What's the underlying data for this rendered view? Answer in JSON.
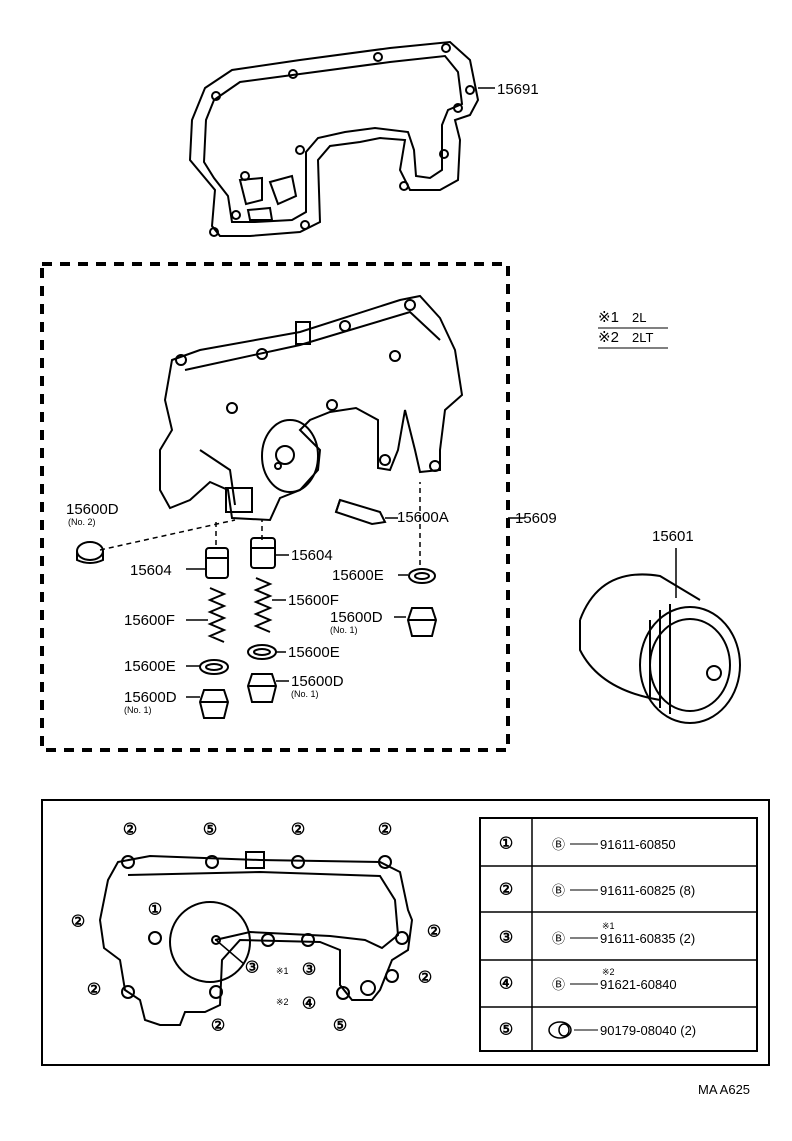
{
  "labels": {
    "gasket": "15691",
    "cooler_assy": "15609",
    "element": "15601",
    "relief_plug": "15600A",
    "plug_d_no2": "15600D",
    "plug_d_no2_sub": "(No. 2)",
    "valve_left": "15604",
    "valve_right": "15604",
    "spring_left": "15600F",
    "spring_right": "15600F",
    "gasket_e_left": "15600E",
    "gasket_e_right": "15600E",
    "gasket_e_upper": "15600E",
    "plug_d_left": "15600D",
    "plug_d_left_sub": "(No. 1)",
    "plug_d_mid": "15600D",
    "plug_d_mid_sub": "(No. 1)",
    "plug_d_right": "15600D",
    "plug_d_right_sub": "(No. 1)"
  },
  "notes": [
    {
      "mark": "※1",
      "text": "2L"
    },
    {
      "mark": "※2",
      "text": "2LT"
    }
  ],
  "bolt_diagram": {
    "callouts": [
      "②",
      "⑤",
      "②",
      "②",
      "①",
      "②",
      "②",
      "③",
      "※1",
      "③",
      "※2",
      "④",
      "②",
      "②",
      "⑤",
      "②"
    ]
  },
  "parts_table": [
    {
      "num": "①",
      "prefix": "Ⓑ",
      "note": "",
      "part": "91611-60850"
    },
    {
      "num": "②",
      "prefix": "Ⓑ",
      "note": "",
      "part": "91611-60825 (8)"
    },
    {
      "num": "③",
      "prefix": "Ⓑ",
      "note": "※1",
      "part": "91611-60835 (2)"
    },
    {
      "num": "④",
      "prefix": "Ⓑ",
      "note": "※2",
      "part": "91621-60840"
    },
    {
      "num": "⑤",
      "prefix": "",
      "note": "",
      "part": "90179-08040 (2)"
    }
  ],
  "footer": {
    "ref": "MA A625"
  }
}
